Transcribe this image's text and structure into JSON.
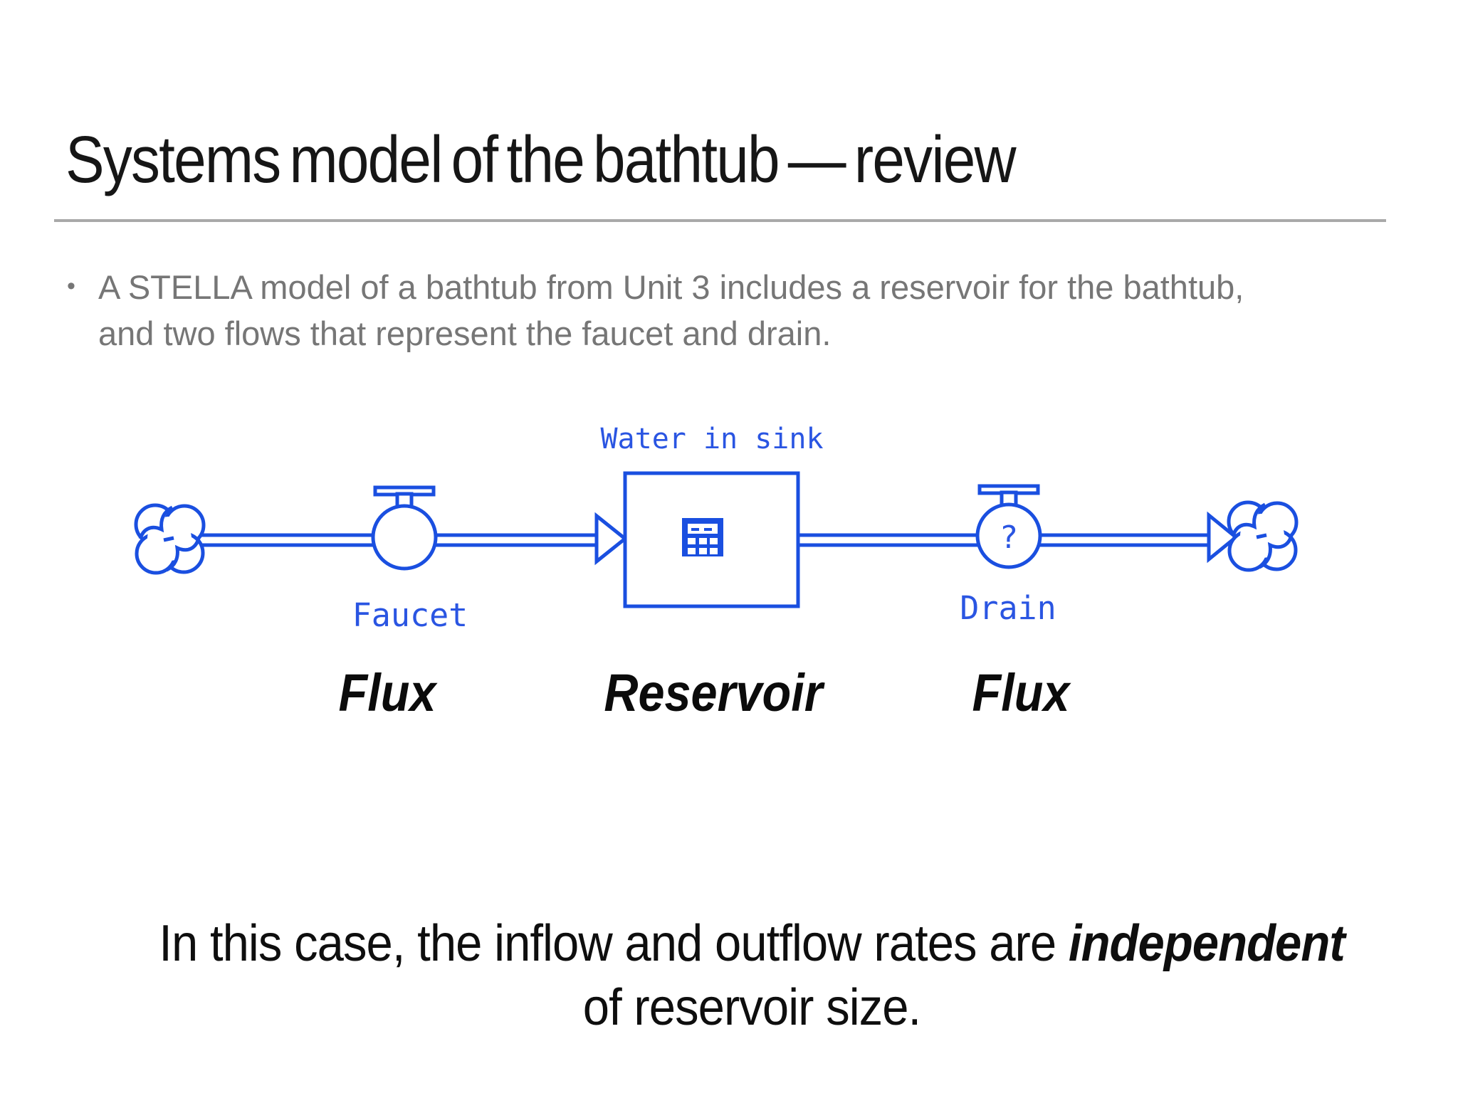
{
  "title": "Systems model of the bathtub — review",
  "bullet": {
    "marker": "•",
    "lines": [
      "A STELLA model of a bathtub from Unit 3 includes a reservoir for the bathtub,",
      "and two flows that represent the faucet and drain."
    ]
  },
  "diagram": {
    "stock_label": "Water in sink",
    "inflow_label": "Faucet",
    "outflow_label": "Drain",
    "drain_symbol": "?",
    "icons": [
      "cloud-icon",
      "valve-icon",
      "calculator-icon",
      "flow-arrow-icon"
    ]
  },
  "type_labels": [
    "Flux",
    "Reservoir",
    "Flux"
  ],
  "conclusion": {
    "line1_regular": "In this case, the inflow and outflow rates are ",
    "line1_emphasis": "independent",
    "line2": "of reservoir size."
  },
  "colors": {
    "diagram_blue": "#1a4fe0",
    "title_text": "#161616",
    "body_gray": "#767676",
    "divider_gray": "#a9a9a9",
    "conclusion_black": "#0e0e0e",
    "background": "#ffffff"
  }
}
